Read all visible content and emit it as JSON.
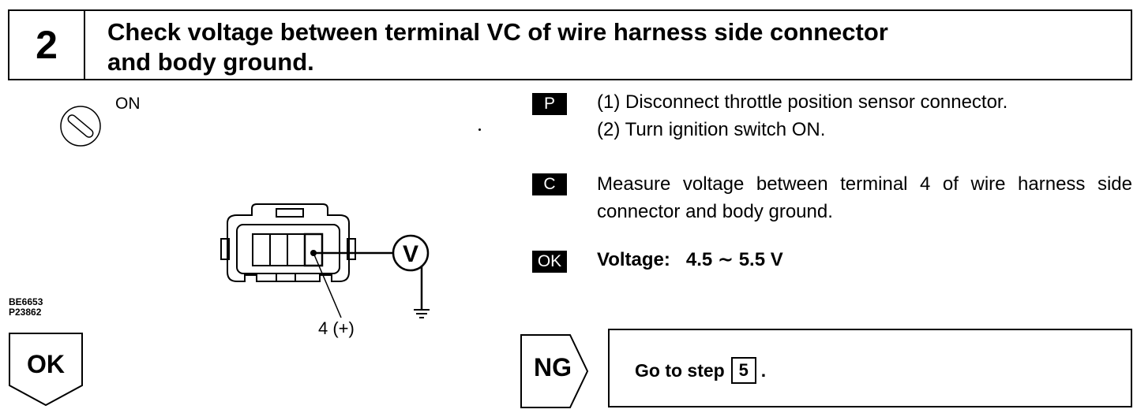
{
  "header": {
    "step_number": "2",
    "title": "Check voltage between terminal VC of wire harness side connector\nand body ground."
  },
  "ignition": {
    "icon": "ignition-key-icon",
    "label": "ON"
  },
  "diagram": {
    "meter_label": "V",
    "pin_label": "4 (+)"
  },
  "figure_codes": "BE6653\nP23862",
  "procedure": {
    "prep_badge": "P",
    "prep_steps": "(1) Disconnect throttle position sensor connector.\n(2) Turn ignition switch ON.",
    "check_badge": "C",
    "check_text": "Measure voltage between terminal 4 of wire harness side connector and body ground.",
    "ok_badge": "OK",
    "ok_result": "Voltage:   4.5 ∼ 5.5 V"
  },
  "results": {
    "ok_label": "OK",
    "ng_label": "NG",
    "goto_prefix": "Go to step",
    "goto_step": "5",
    "goto_suffix": "."
  }
}
